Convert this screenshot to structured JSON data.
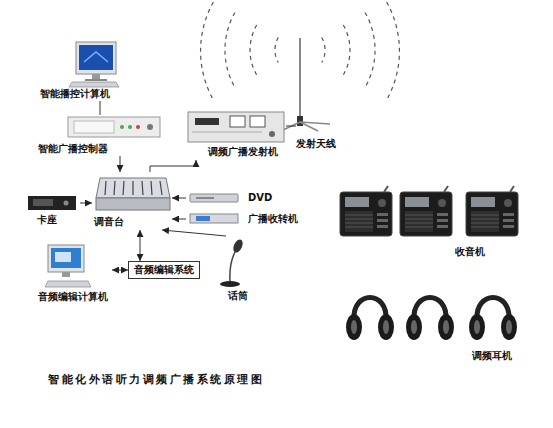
{
  "diagram": {
    "caption": "智能化外语听力调频广播系统原理图",
    "nodes": [
      {
        "text": [
          "智能播控计算机"
        ]
      },
      {
        "text": [
          "智能广播控制器"
        ]
      },
      {
        "text": [
          "调频广播发射机"
        ]
      },
      {
        "text": [
          "发射天线"
        ]
      },
      {
        "text": [
          "调音台"
        ]
      },
      {
        "text": [
          "卡座"
        ]
      },
      {
        "text": [
          "DVD"
        ]
      },
      {
        "text": [
          "广播收转机"
        ]
      },
      {
        "text": [
          "音频编辑系统"
        ]
      },
      {
        "text": [
          "音频编辑计算机"
        ]
      },
      {
        "text": [
          "话筒"
        ]
      }
    ],
    "edges": [
      {
        "from": 0,
        "to": 1,
        "arrow": "none"
      },
      {
        "from": 1,
        "to": 4,
        "arrow": "to"
      },
      {
        "from": 4,
        "to": 2,
        "arrow": "to"
      },
      {
        "from": 2,
        "to": 3,
        "arrow": "none"
      },
      {
        "from": 5,
        "to": 4,
        "arrow": "to"
      },
      {
        "from": 6,
        "to": 4,
        "arrow": "to"
      },
      {
        "from": 7,
        "to": 4,
        "arrow": "to"
      },
      {
        "from": 4,
        "to": 8,
        "arrow": "both"
      },
      {
        "from": 8,
        "to": 9,
        "arrow": "both"
      },
      {
        "from": 10,
        "to": 4,
        "arrow": "to"
      }
    ],
    "labels": [
      "收音机",
      "调频耳机"
    ]
  }
}
